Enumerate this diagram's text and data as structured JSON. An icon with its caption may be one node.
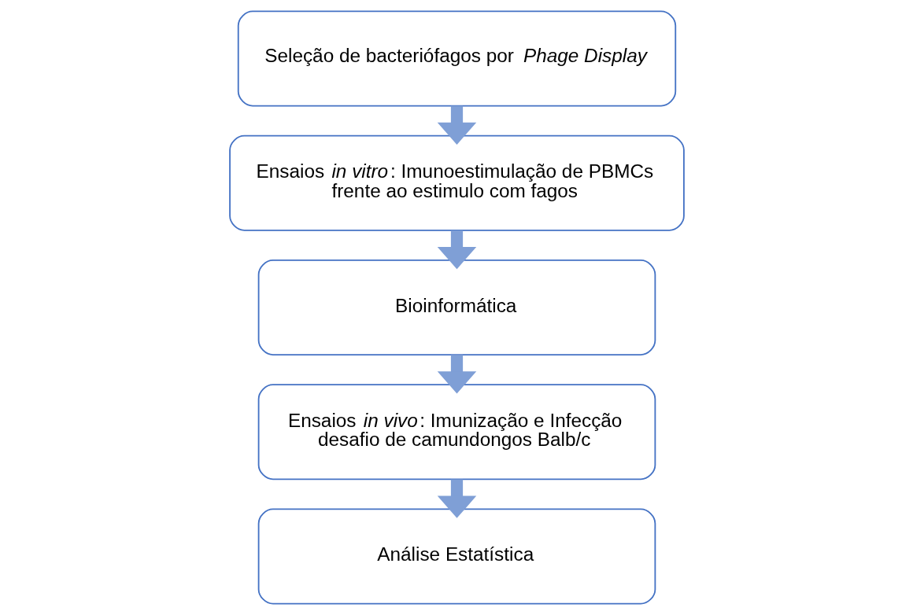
{
  "diagram": {
    "nodes": [
      {
        "text": [
          "Seleção de bacteriófagos por *Phage Display*"
        ]
      },
      {
        "text": [
          "Ensaios *in vitro*: Imunoestimulação de PBMCs frente ao estimulo com fagos"
        ]
      },
      {
        "text": [
          "Bioinformática"
        ]
      },
      {
        "text": [
          "Ensaios *in vivo*: Imunização e Infecção desafio de camundongos Balb/c"
        ]
      },
      {
        "text": [
          "Análise Estatística"
        ]
      }
    ],
    "edges": [
      {
        "from": 0,
        "to": 1,
        "arrow": "to"
      },
      {
        "from": 1,
        "to": 2,
        "arrow": "to"
      },
      {
        "from": 2,
        "to": 3,
        "arrow": "to"
      },
      {
        "from": 3,
        "to": 4,
        "arrow": "to"
      }
    ]
  }
}
